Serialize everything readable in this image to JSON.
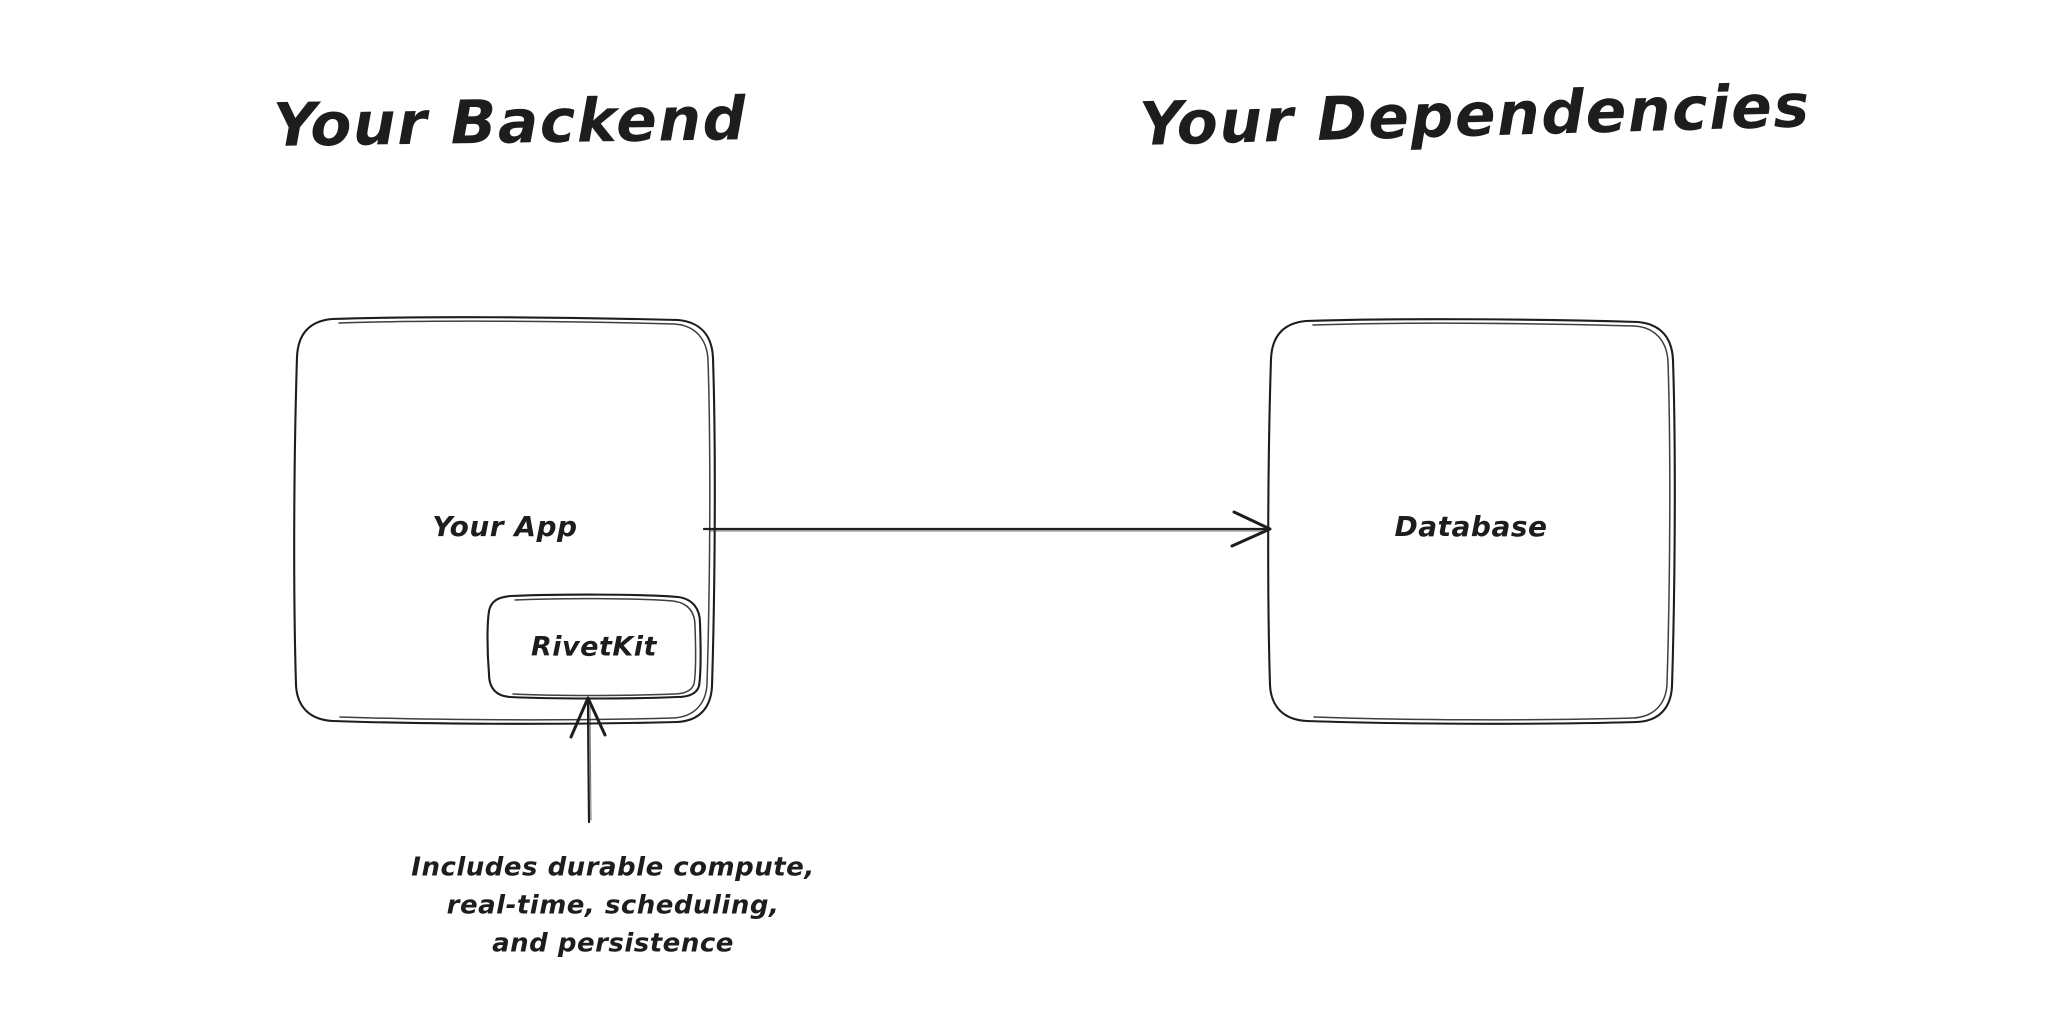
{
  "diagram": {
    "background_color": "#ffffff",
    "stroke_color": "#1d1d1d",
    "style": "hand-drawn",
    "titles": {
      "left": "Your Backend",
      "right": "Your Dependencies"
    },
    "nodes": {
      "app": "Your App",
      "rivetkit": "RivetKit",
      "database": "Database"
    },
    "caption": {
      "line1": "Includes durable compute,",
      "line2": "real-time, scheduling,",
      "line3": "and persistence"
    }
  }
}
